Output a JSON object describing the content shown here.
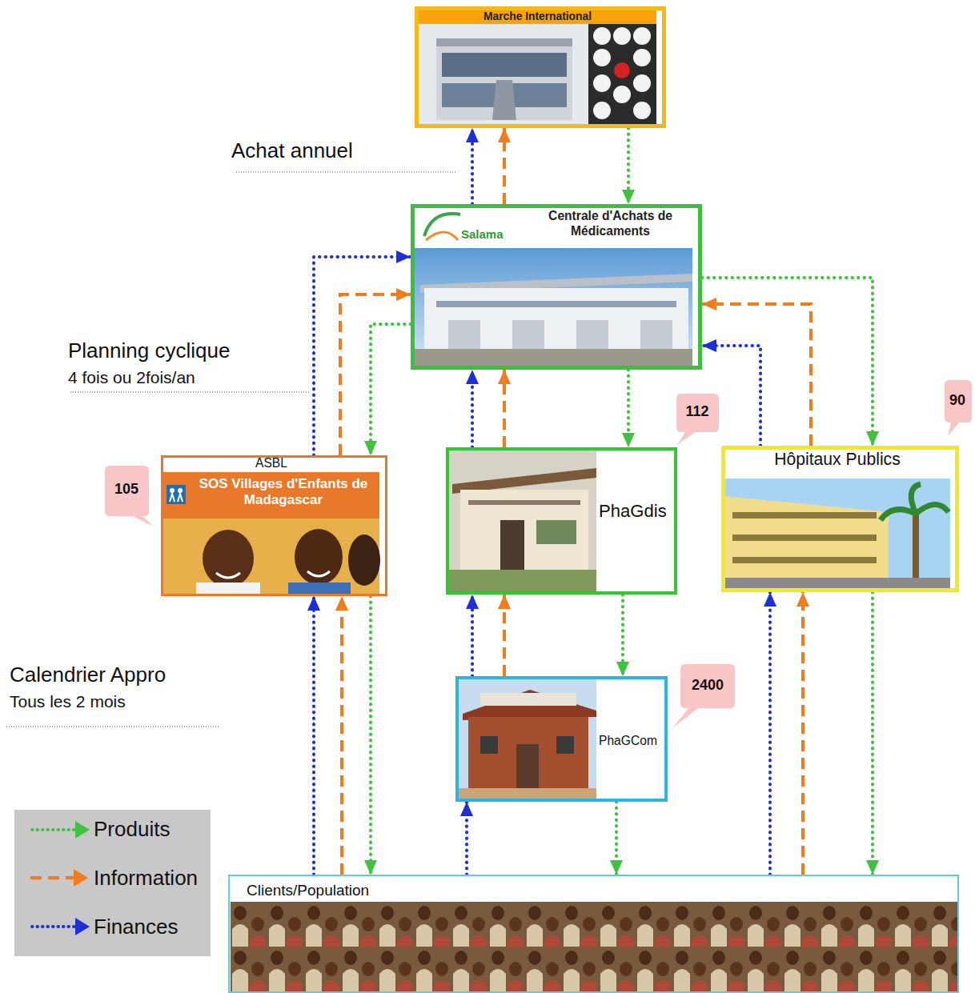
{
  "diagram": {
    "nodes": [
      {
        "text": [
          "Marche International"
        ]
      },
      {
        "text": [
          "Centrale d'Achats de Médicaments",
          "Salama"
        ]
      },
      {
        "text": [
          "ASBL",
          "SOS Villages d'Enfants de Madagascar"
        ]
      },
      {
        "text": [
          "PhaGdis"
        ]
      },
      {
        "text": [
          "Hôpitaux Publics"
        ]
      },
      {
        "text": [
          "PhaGCom"
        ]
      },
      {
        "text": [
          "Clients/Population"
        ]
      }
    ],
    "edges": [
      {
        "from": 1,
        "to": 0,
        "arrow": "to"
      },
      {
        "from": 1,
        "to": 0,
        "arrow": "to"
      },
      {
        "from": 0,
        "to": 1,
        "arrow": "to"
      },
      {
        "from": 2,
        "to": 1,
        "arrow": "to"
      },
      {
        "from": 2,
        "to": 1,
        "arrow": "to"
      },
      {
        "from": 1,
        "to": 2,
        "arrow": "to"
      },
      {
        "from": 3,
        "to": 1,
        "arrow": "to"
      },
      {
        "from": 3,
        "to": 1,
        "arrow": "to"
      },
      {
        "from": 1,
        "to": 3,
        "arrow": "to"
      },
      {
        "from": 4,
        "to": 1,
        "arrow": "to"
      },
      {
        "from": 4,
        "to": 1,
        "arrow": "to"
      },
      {
        "from": 1,
        "to": 4,
        "arrow": "to"
      },
      {
        "from": 6,
        "to": 2,
        "arrow": "to"
      },
      {
        "from": 6,
        "to": 2,
        "arrow": "to"
      },
      {
        "from": 2,
        "to": 6,
        "arrow": "to"
      },
      {
        "from": 5,
        "to": 3,
        "arrow": "to"
      },
      {
        "from": 5,
        "to": 3,
        "arrow": "to"
      },
      {
        "from": 3,
        "to": 5,
        "arrow": "to"
      },
      {
        "from": 6,
        "to": 5,
        "arrow": "to"
      },
      {
        "from": 5,
        "to": 6,
        "arrow": "to"
      },
      {
        "from": 6,
        "to": 4,
        "arrow": "to"
      },
      {
        "from": 6,
        "to": 4,
        "arrow": "to"
      },
      {
        "from": 4,
        "to": 6,
        "arrow": "to"
      }
    ],
    "labels": [
      "Achat annuel",
      "Planning cyclique",
      "4 fois ou 2fois/an",
      "Calendrier Appro",
      "Tous les 2 mois",
      "112",
      "90",
      "105",
      "2400"
    ],
    "legend": [
      {
        "text": "Produits"
      },
      {
        "text": "Information"
      },
      {
        "text": "Finances"
      }
    ]
  }
}
